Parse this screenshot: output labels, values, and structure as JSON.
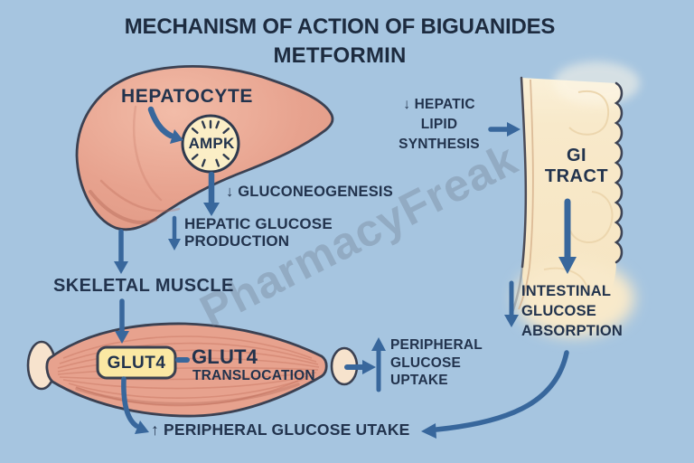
{
  "title": {
    "line1": "MECHANISM OF ACTION OF BIGUANIDES",
    "line2": "METFORMIN"
  },
  "watermark": "PharmacyFreak",
  "hepatocyte": {
    "label": "HEPATOCYTE",
    "enzyme": "AMPK"
  },
  "effects": {
    "gluconeogenesis": "↓ GLUCONEOGENESIS",
    "hepatic_glucose": {
      "line1": "HEPATIC GLUCOSE",
      "line2": "PRODUCTION"
    },
    "lipid_synthesis": {
      "line1": "↓ HEPATIC",
      "line2": "LIPID",
      "line3": "SYNTHESIS"
    }
  },
  "muscle": {
    "label": "SKELETAL MUSCLE",
    "transporter": "GLUT4",
    "translocation": {
      "line1": "GLUT4",
      "line2": "TRANSLOCATION"
    }
  },
  "peripheral_uptake": {
    "line1": "PERIPHERAL",
    "line2": "GLUCOSE",
    "line3": "UPTAKE"
  },
  "gi_tract": {
    "line1": "GI",
    "line2": "TRACT"
  },
  "intestinal_absorption": {
    "line1": "INTESTINAL",
    "line2": "GLUCOSE",
    "line3": "ABSORPTION"
  },
  "bottom_note": "↑ PERIPHERAL GLUCOSE UTAKE",
  "colors": {
    "bg": "#a6c5e0",
    "text": "#22334d",
    "title": "#1d2b3f",
    "arrow": "#38679c",
    "liver": "#e7a28e",
    "liver-light": "#f2bca8",
    "outline": "#3b4152",
    "tendon": "#f7e3cd",
    "ampk-fill": "#fbeec6",
    "glut4-fill": "#fbe8a3",
    "gi-fill": "#f8e9ca",
    "watermark": "#6e7c8e"
  }
}
